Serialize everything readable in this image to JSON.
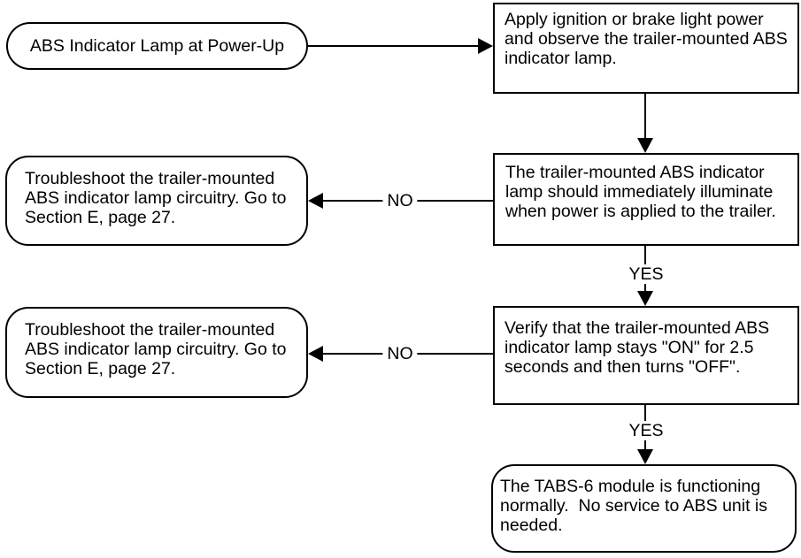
{
  "flowchart": {
    "colors": {
      "stroke": "#000000",
      "background": "#ffffff",
      "text": "#000000"
    },
    "nodes": {
      "start": "ABS Indicator Lamp at Power-Up",
      "apply_power": "Apply ignition or brake light power\nand observe the trailer-mounted ABS\nindicator lamp.",
      "lamp_illuminate": "The trailer-mounted ABS indicator\nlamp should immediately illuminate\nwhen power is applied to the trailer.",
      "troubleshoot_upper": "Troubleshoot the trailer-mounted\nABS indicator lamp circuitry. Go to\nSection E, page 27.",
      "verify_on_off": "Verify that the trailer-mounted ABS\nindicator lamp stays \"ON\" for 2.5\nseconds and then turns \"OFF\".",
      "troubleshoot_lower": "Troubleshoot the trailer-mounted\nABS indicator lamp circuitry. Go to\nSection E, page 27.",
      "module_ok": "The TABS-6 module is functioning\nnormally.  No service to ABS unit is\nneeded."
    },
    "edge_labels": {
      "no_upper": "NO",
      "yes_upper": "YES",
      "no_lower": "NO",
      "yes_lower": "YES"
    }
  }
}
